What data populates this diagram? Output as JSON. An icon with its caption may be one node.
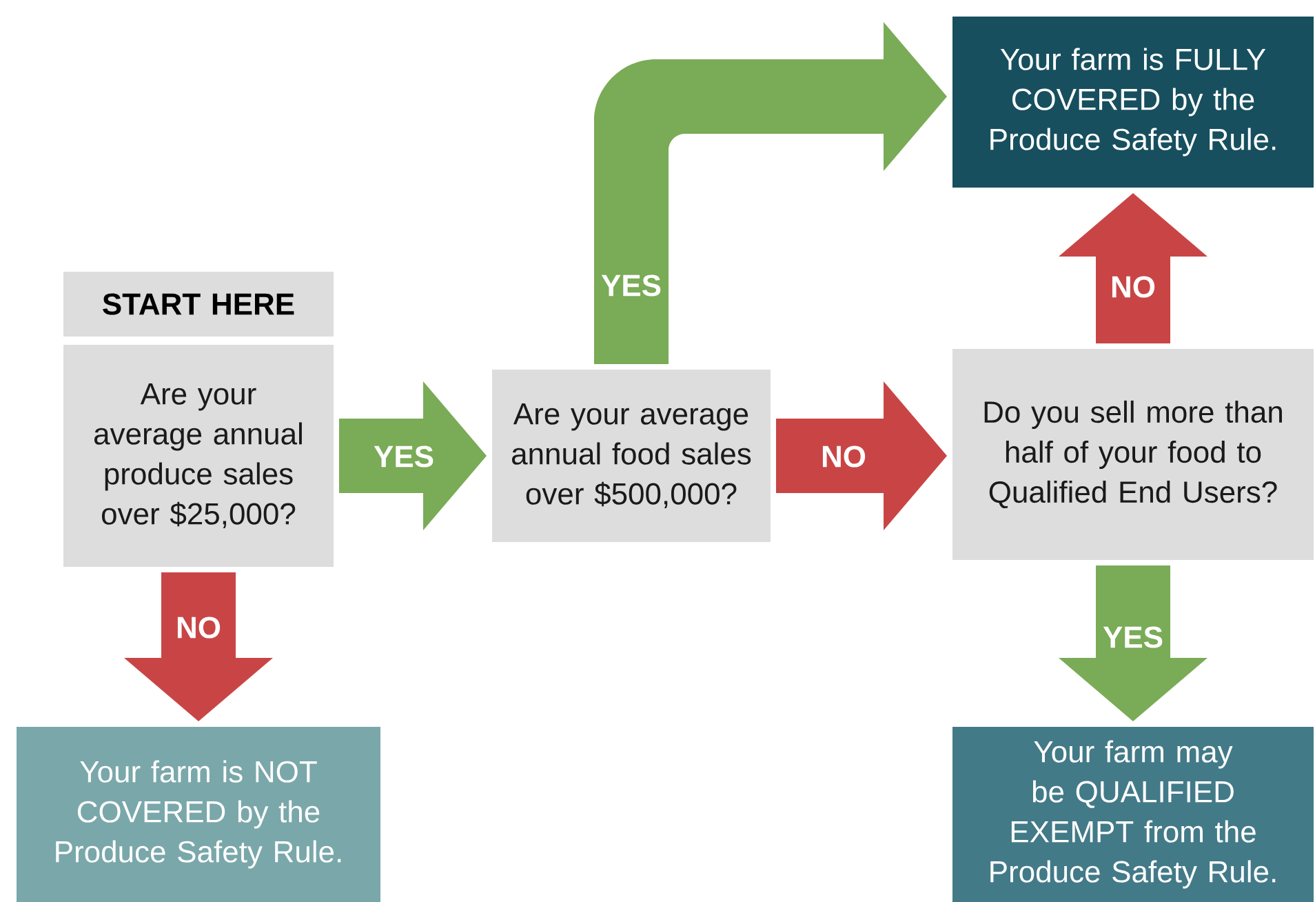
{
  "diagram": {
    "nodes": [
      {
        "text": [
          "START HERE"
        ]
      },
      {
        "text": [
          "Are your average annual produce sales over $25,000?"
        ]
      },
      {
        "text": [
          "Are your average annual food sales over $500,000?"
        ]
      },
      {
        "text": [
          "Your farm is FULLY COVERED by the Produce Safety Rule."
        ]
      },
      {
        "text": [
          "Do you sell more than half of your food to Qualified End Users?"
        ]
      },
      {
        "text": [
          "Your farm is NOT COVERED by the Produce Safety Rule."
        ]
      },
      {
        "text": [
          "Your farm may be QUALIFIED EXEMPT from the Produce Safety Rule."
        ]
      }
    ],
    "edges": [
      {
        "from": 1,
        "to": 2,
        "arrow": "to",
        "label": "YES",
        "color": "#7aab57"
      },
      {
        "from": 1,
        "to": 5,
        "arrow": "to",
        "label": "NO",
        "color": "#c94545"
      },
      {
        "from": 2,
        "to": 3,
        "arrow": "to",
        "label": "YES",
        "color": "#7aab57"
      },
      {
        "from": 2,
        "to": 4,
        "arrow": "to",
        "label": "NO",
        "color": "#c94545"
      },
      {
        "from": 4,
        "to": 3,
        "arrow": "to",
        "label": "NO",
        "color": "#c94545"
      },
      {
        "from": 4,
        "to": 6,
        "arrow": "to",
        "label": "YES",
        "color": "#7aab57"
      }
    ]
  }
}
